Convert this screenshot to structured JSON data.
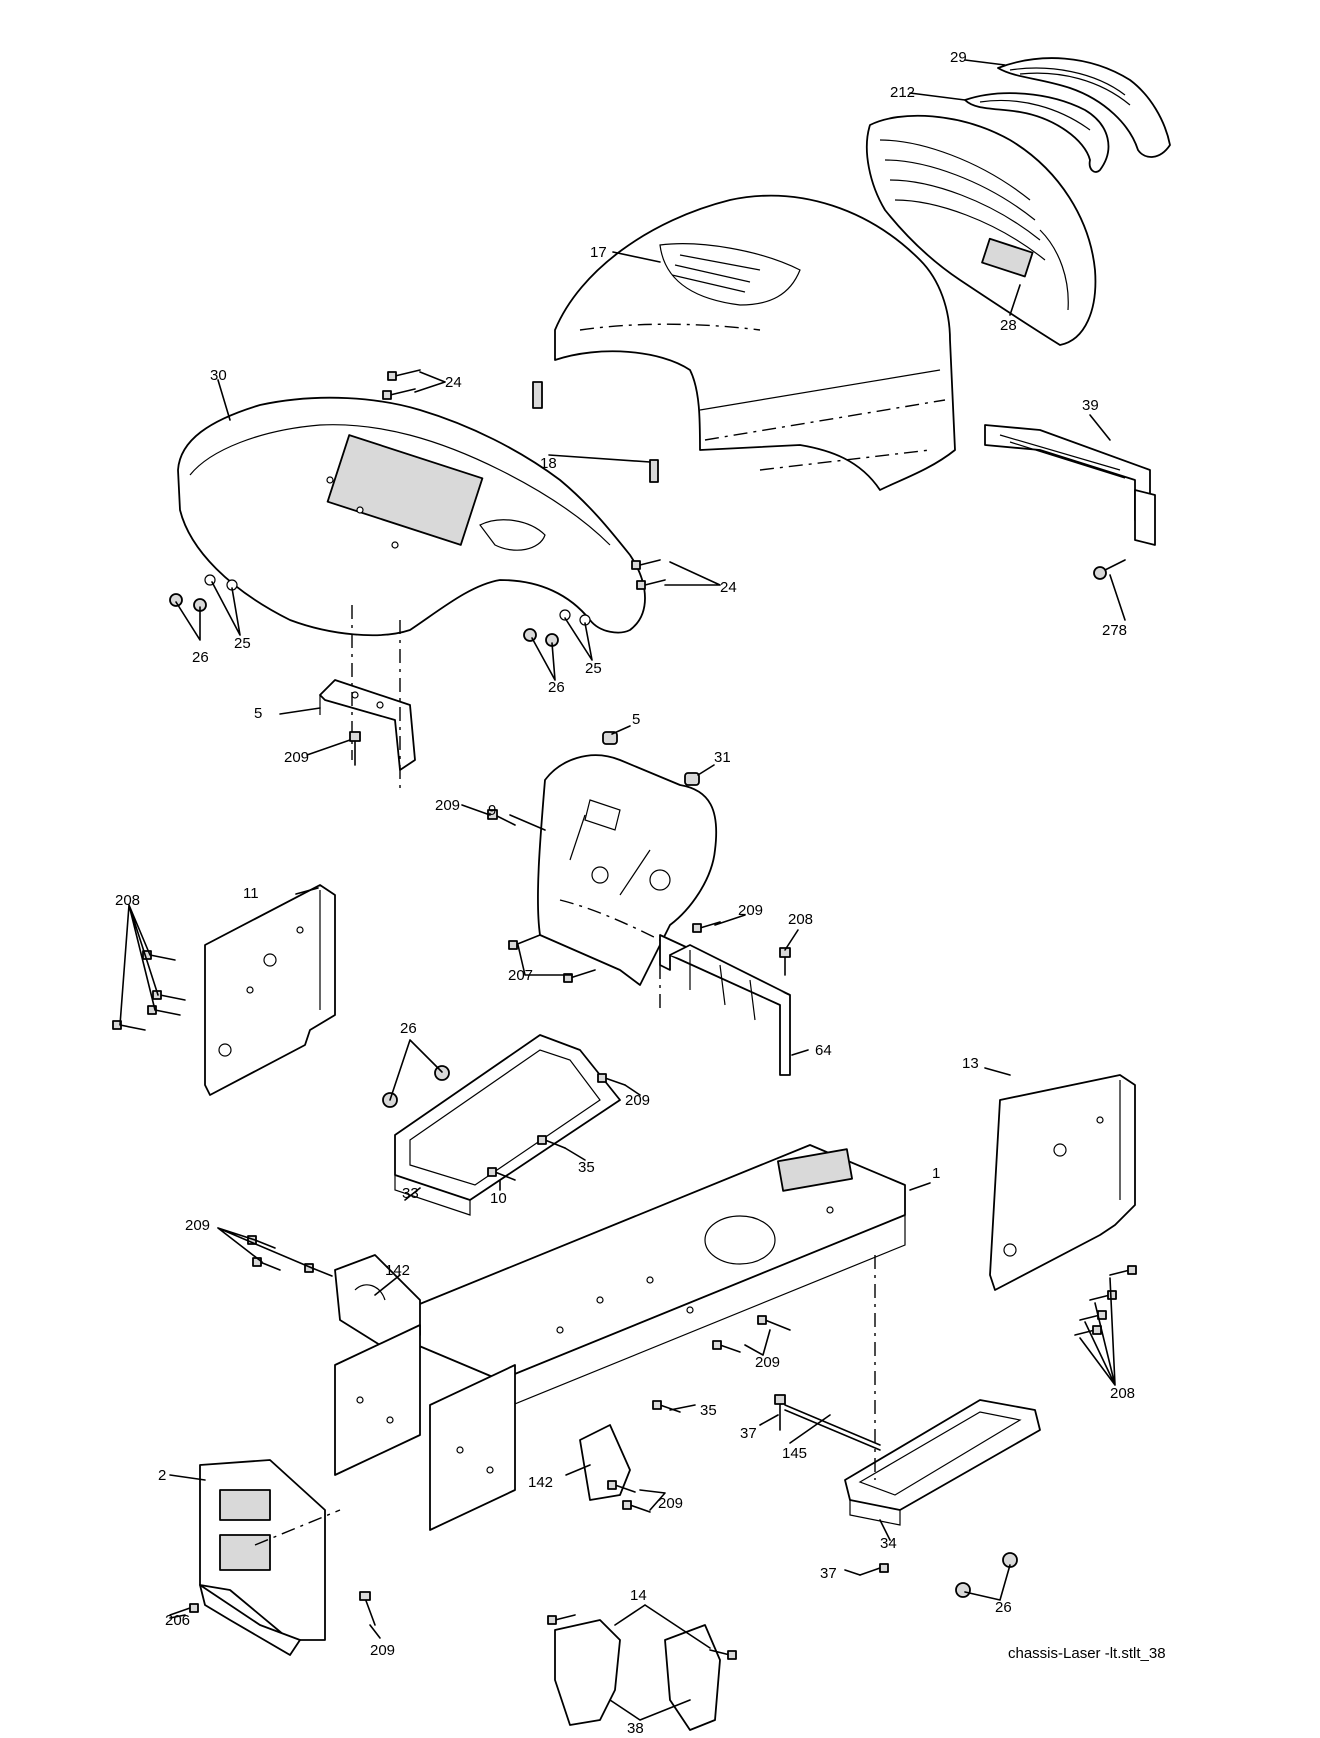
{
  "caption": "chassis-Laser -lt.stlt_38",
  "labels": [
    "29",
    "212",
    "17",
    "28",
    "30",
    "24",
    "18",
    "39",
    "24",
    "25",
    "26",
    "278",
    "25",
    "26",
    "5",
    "31",
    "5",
    "209",
    "209",
    "9",
    "208",
    "11",
    "209",
    "208",
    "207",
    "64",
    "26",
    "209",
    "35",
    "33",
    "10",
    "13",
    "1",
    "209",
    "142",
    "209",
    "208",
    "35",
    "37",
    "145",
    "142",
    "209",
    "2",
    "37",
    "34",
    "26",
    "14",
    "206",
    "209",
    "38"
  ]
}
